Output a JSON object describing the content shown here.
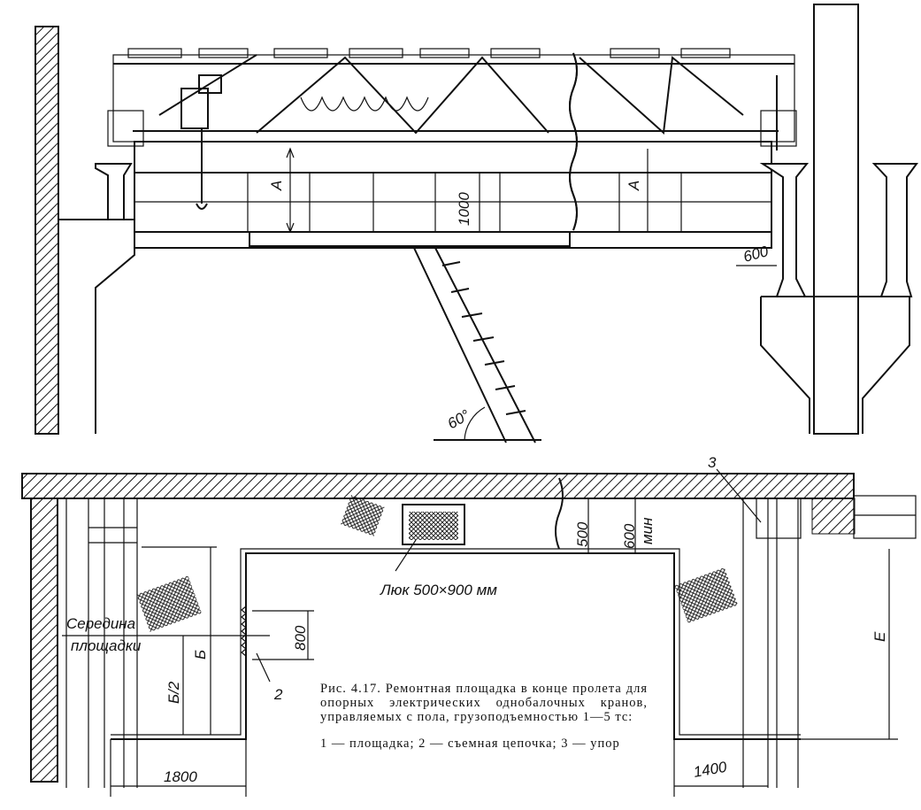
{
  "labels": {
    "dim_a": "A",
    "dim_1000": "1000",
    "dim_600_top": "600",
    "angle": "60°",
    "dim_500": "500",
    "dim_600_min": "600",
    "min": "мин",
    "hatch": "Люк 500×900 мм",
    "middle_line1": "Середина",
    "middle_line2": "площадки",
    "dim_800": "800",
    "dim_b": "Б",
    "dim_b2": "Б/2",
    "item2": "2",
    "item3": "3",
    "dim_1800": "1800",
    "dim_1400": "1400",
    "dim_e": "Е"
  },
  "caption": {
    "text": "Рис. 4.17. Ремонтная площадка в конце пролета для опорных электрических однобалочных кранов, управляемых с пола, грузоподъемностью 1—5 тс:",
    "legend": "1 — площадка; 2 — съемная цепочка; 3 — упор"
  }
}
